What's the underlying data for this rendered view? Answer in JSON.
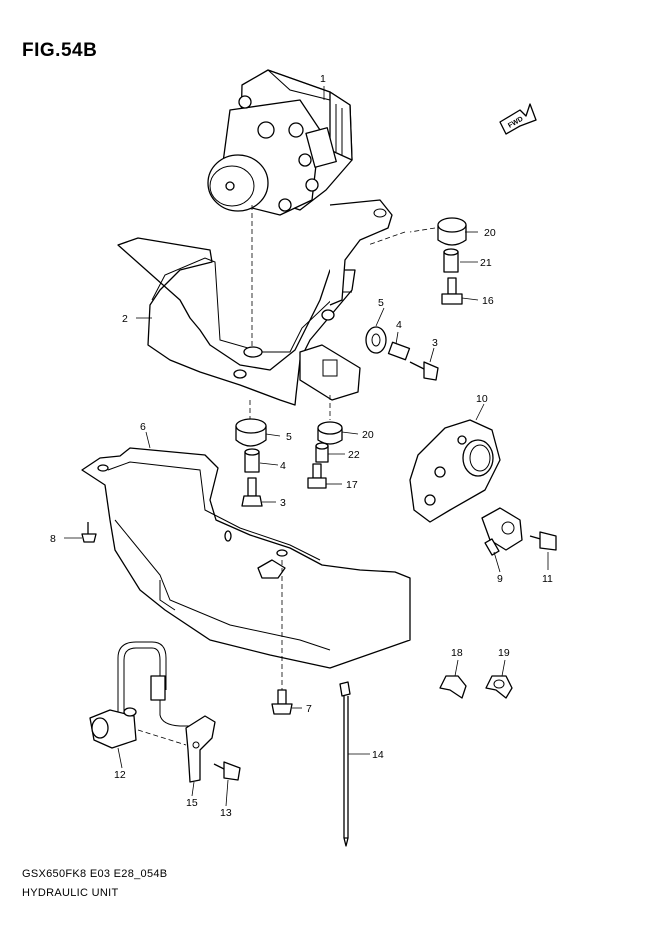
{
  "figure": {
    "title": "FIG.54B"
  },
  "footer": {
    "code": "GSX650FK8 E03 E28_054B",
    "unit": "HYDRAULIC UNIT"
  },
  "fwd_label": "FWD",
  "callouts": {
    "c1": "1",
    "c2": "2",
    "c3a": "3",
    "c3b": "3",
    "c4a": "4",
    "c4b": "4",
    "c5a": "5",
    "c5b": "5",
    "c6": "6",
    "c7": "7",
    "c8": "8",
    "c9": "9",
    "c10": "10",
    "c11": "11",
    "c12": "12",
    "c13": "13",
    "c14": "14",
    "c15": "15",
    "c16": "16",
    "c17": "17",
    "c18": "18",
    "c19": "19",
    "c20a": "20",
    "c20b": "20",
    "c21": "21",
    "c22": "22"
  }
}
